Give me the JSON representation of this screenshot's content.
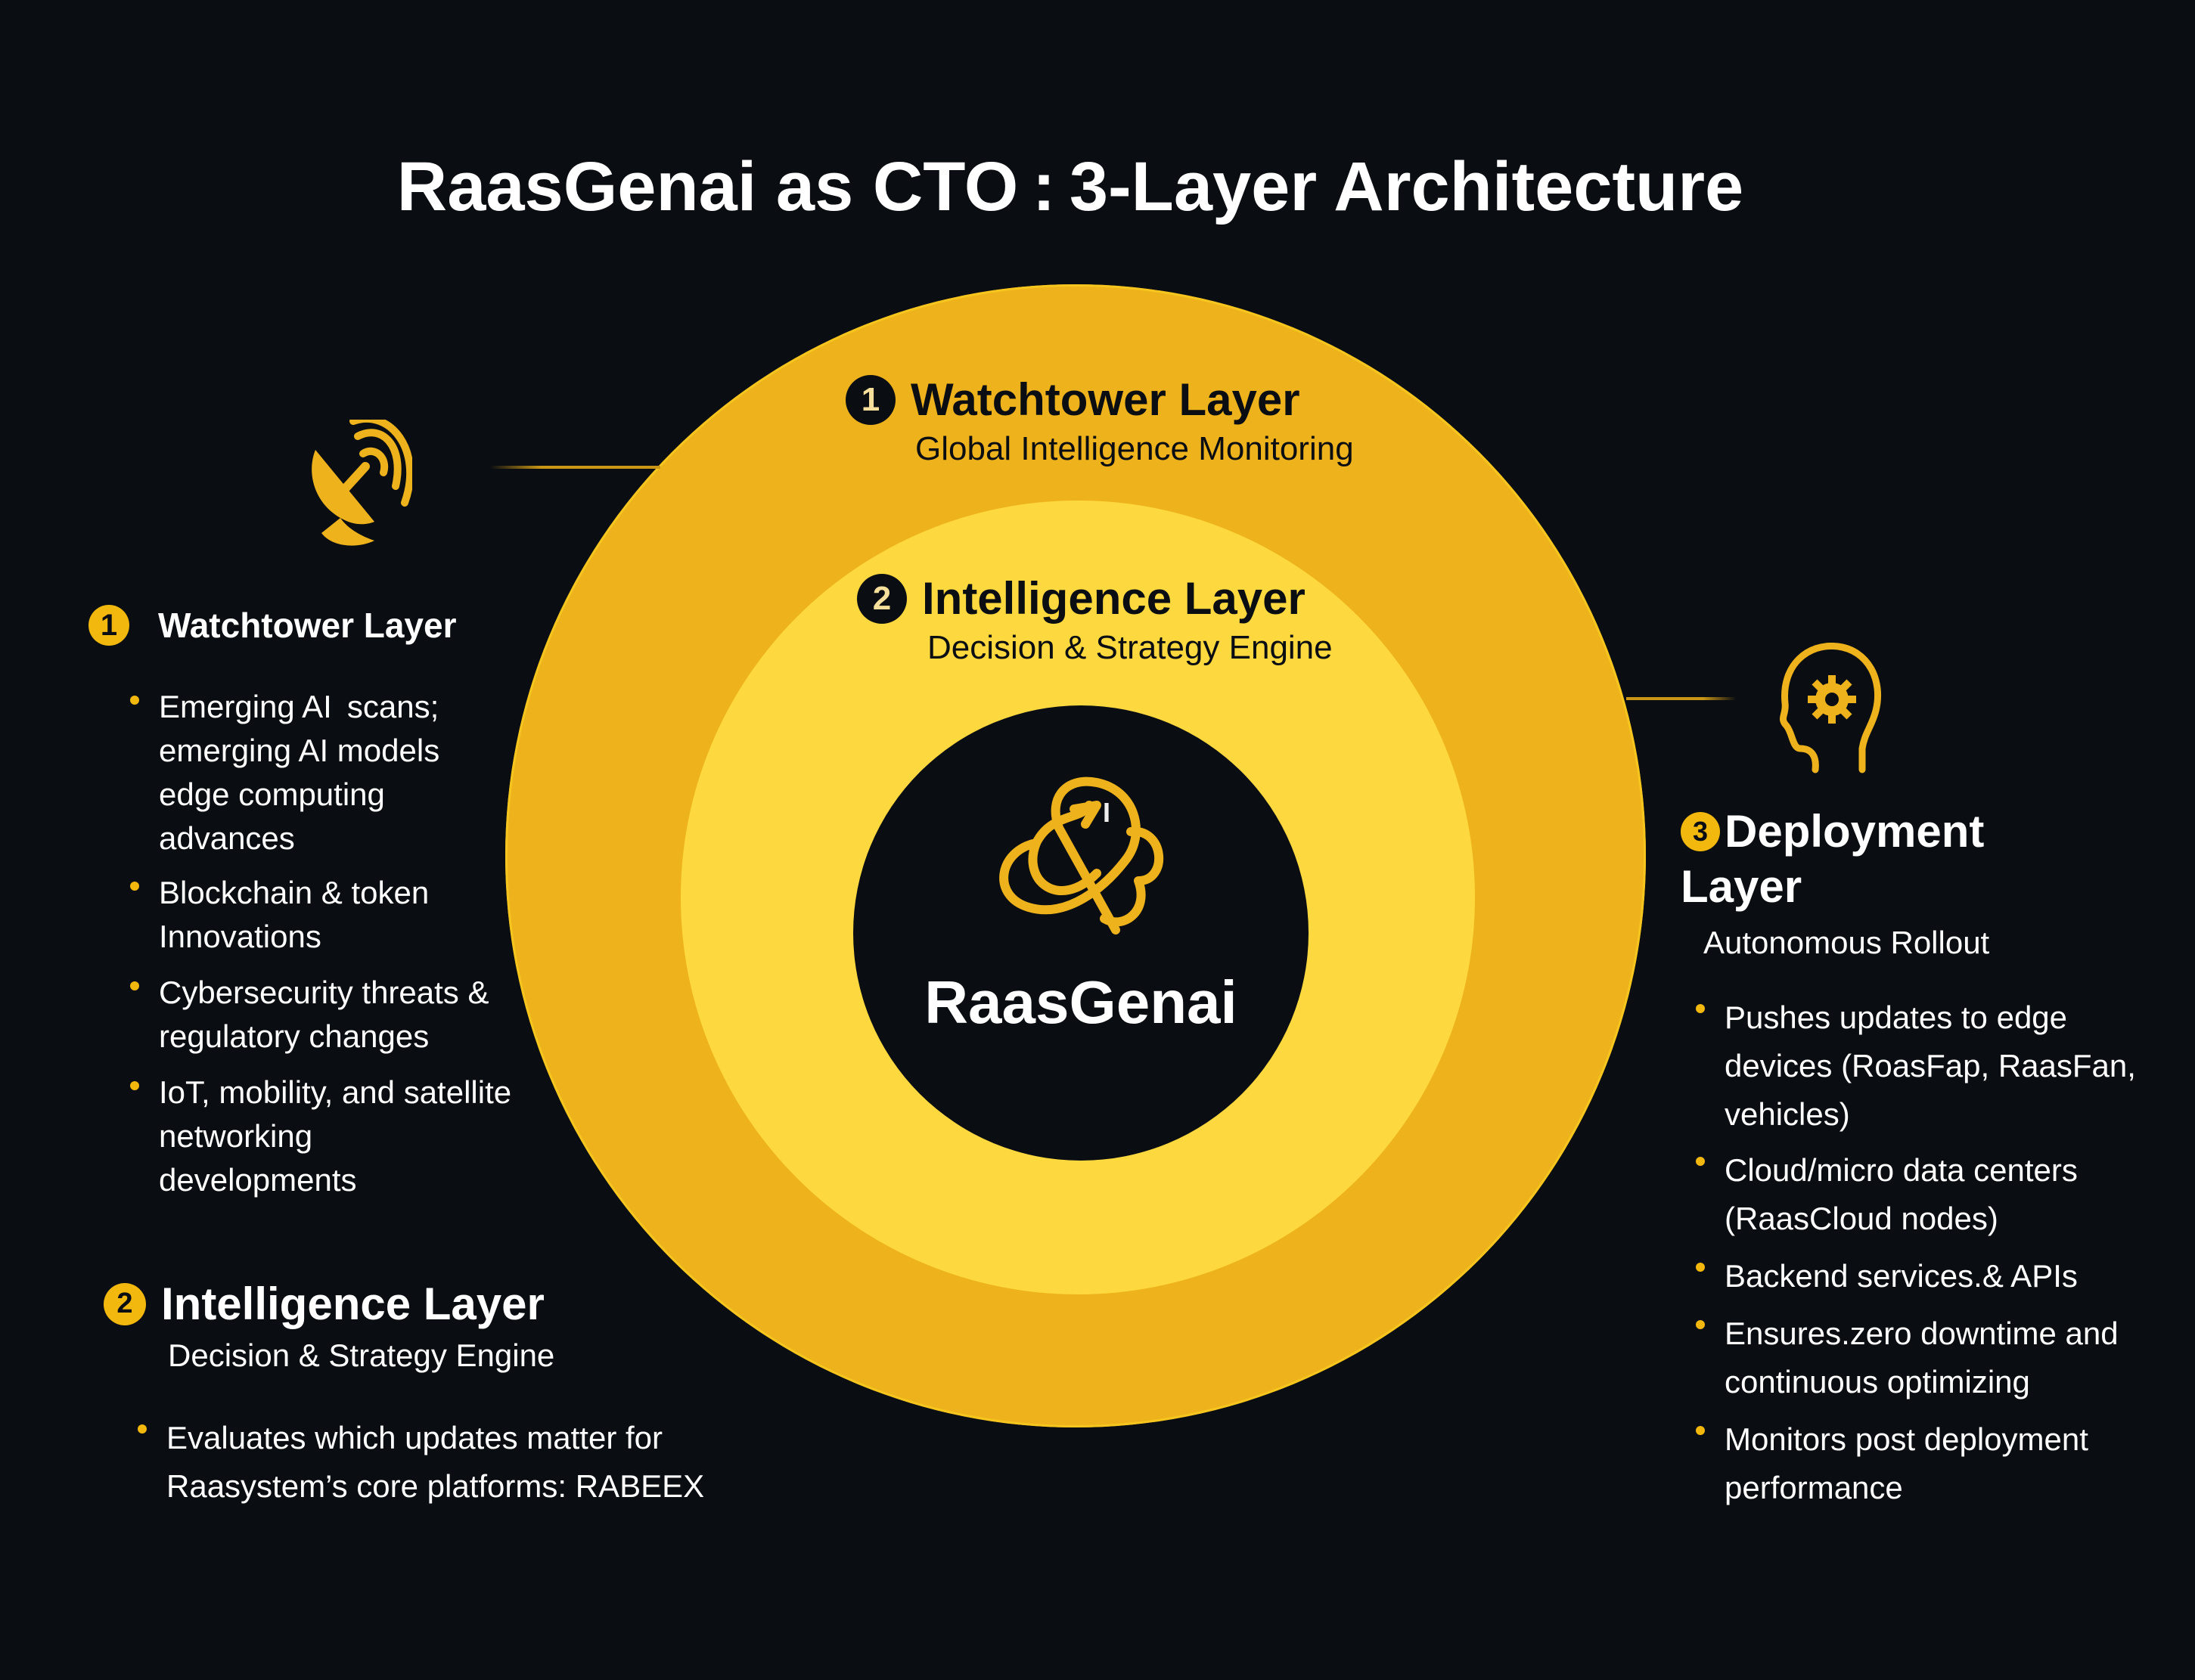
{
  "title": "RaasGenai as CTO : 3-Layer Architecture",
  "colors": {
    "background": "#0a0d11",
    "outer_ring": "#eeb31c",
    "middle_ring": "#fdd93f",
    "core": "#0a0d11",
    "accent": "#f2b80e",
    "text_light": "#ffffff",
    "text_dark": "#0a0d11"
  },
  "diagram": {
    "outer_ring": {
      "number": "1",
      "title": "Watchtower Layer",
      "subtitle": "Global Intelligence Monitoring"
    },
    "middle_ring": {
      "number": "2",
      "title": "Intelligence Layer",
      "subtitle": "Decision & Strategy Engine"
    },
    "core": {
      "logo_icon": "raasgenai-knot-logo-icon",
      "label": "RaasGenai"
    }
  },
  "left_panel": {
    "icon": "satellite-dish-icon",
    "watchtower": {
      "number": "1",
      "title": "Watchtower Layer",
      "bullets": [
        "Emerging AI  scans; emerging AI models edge computing advances",
        "Blockchain & token Innovations",
        "Cybersecurity threats & regulatory changes",
        "IoT, mobility, and satellite networking developments"
      ]
    },
    "intelligence": {
      "number": "2",
      "title": "Intelligence Layer",
      "subtitle": "Decision & Strategy Engine",
      "bullets": [
        "Evaluates which updates matter for Raasystem’s core platforms: RABEEX"
      ]
    }
  },
  "right_panel": {
    "icon": "head-gear-icon",
    "deployment": {
      "number": "3",
      "title_line1": "Deployment",
      "title_line2": "Layer",
      "subtitle": "Autonomous Rollout",
      "bullets": [
        "Pushes updates to edge devices (RoasFap, RaasFan, vehicles)",
        "Cloud/micro data centers (RaasCloud nodes)",
        "Backend services.& APIs",
        "Ensures.zero downtime and continuous optimizing",
        "Monitors post deployment performance"
      ]
    }
  }
}
